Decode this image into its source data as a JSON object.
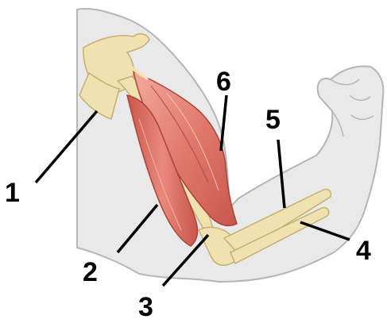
{
  "diagram": {
    "labels": [
      {
        "id": "1",
        "text": "1"
      },
      {
        "id": "2",
        "text": "2"
      },
      {
        "id": "3",
        "text": "3"
      },
      {
        "id": "4",
        "text": "4"
      },
      {
        "id": "5",
        "text": "5"
      },
      {
        "id": "6",
        "text": "6"
      }
    ],
    "colors": {
      "skin": "#e8e8e8",
      "skin_outline": "#b8b8b8",
      "bone": "#efe2b0",
      "bone_outline": "#c9b777",
      "muscle": "#d9665a",
      "muscle_light": "#ee9b8f",
      "pointer": "#000000"
    }
  }
}
